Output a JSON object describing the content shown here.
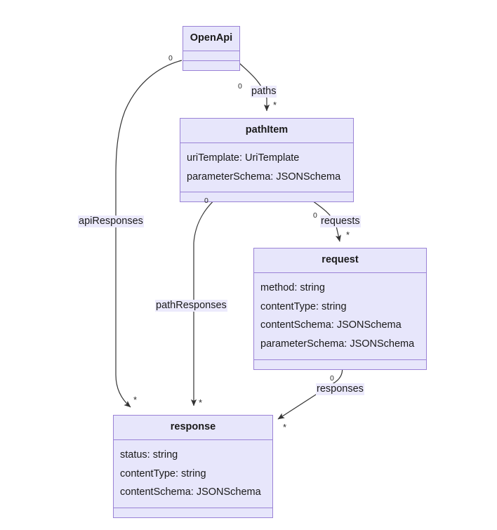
{
  "diagram": {
    "type": "uml-class-diagram",
    "background": "#ffffff",
    "box_fill": "#e7e6fb",
    "box_border": "#9a82d6",
    "edge_color": "#333333",
    "label_background": "#eceafc"
  },
  "classes": [
    {
      "id": "openapi",
      "name": "OpenApi",
      "attributes": [],
      "methods": []
    },
    {
      "id": "pathitem",
      "name": "pathItem",
      "attributes": [
        "uriTemplate: UriTemplate",
        "parameterSchema: JSONSchema"
      ],
      "methods": []
    },
    {
      "id": "request",
      "name": "request",
      "attributes": [
        "method: string",
        "contentType: string",
        "contentSchema: JSONSchema",
        "parameterSchema: JSONSchema"
      ],
      "methods": []
    },
    {
      "id": "response",
      "name": "response",
      "attributes": [
        "status: string",
        "contentType: string",
        "contentSchema: JSONSchema"
      ],
      "methods": []
    }
  ],
  "relations": [
    {
      "id": "paths",
      "label": "paths",
      "from": "openapi",
      "to": "pathitem",
      "source_multiplicity": "0",
      "target_multiplicity": "*"
    },
    {
      "id": "api-responses",
      "label": "apiResponses",
      "from": "openapi",
      "to": "response",
      "source_multiplicity": "0",
      "target_multiplicity": "*"
    },
    {
      "id": "path-responses",
      "label": "pathResponses",
      "from": "pathitem",
      "to": "response",
      "source_multiplicity": "0",
      "target_multiplicity": "*"
    },
    {
      "id": "requests",
      "label": "requests",
      "from": "pathitem",
      "to": "request",
      "source_multiplicity": "0",
      "target_multiplicity": "*"
    },
    {
      "id": "responses",
      "label": "responses",
      "from": "request",
      "to": "response",
      "source_multiplicity": "0",
      "target_multiplicity": "*"
    }
  ]
}
